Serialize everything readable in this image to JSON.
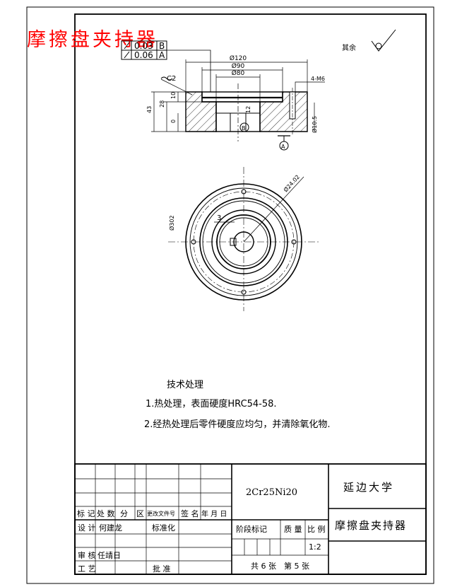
{
  "header_title": "摩擦盘夹持器",
  "tolerances": [
    {
      "value": "0.03",
      "datum": "B"
    },
    {
      "value": "0.06",
      "datum": "A"
    }
  ],
  "surface_finish": "其余",
  "dimensions": {
    "d120": "Ø120",
    "d90": "Ø90",
    "d80": "Ø80",
    "thread": "4-M6",
    "chamfer": "C2",
    "h43": "43",
    "h28": "28",
    "h10": "10",
    "h0": "0",
    "d10_5": "Ø10.5",
    "depth12": "12",
    "datum_a": "A",
    "datum_b": "B",
    "r_label": "3",
    "bolt_circle": "Ø24.02",
    "pin_hole": "Ø302"
  },
  "notes": {
    "heading": "技术处理",
    "line1": "1.热处理，表面硬度HRC54-58.",
    "line2": "2.经热处理后零件硬度应均匀，并清除氧化物."
  },
  "title_block": {
    "material": "2Cr25Ni20",
    "school": "延边大学",
    "part_name": "摩擦盘夹持器",
    "rev_headers": [
      "标 记",
      "处 数",
      "分",
      "区",
      "更改文件号",
      "签 名",
      "年 月 日"
    ],
    "design_label": "设 计",
    "designer": "何建龙",
    "std_label": "标准化",
    "review_label": "审 核",
    "reviewer": "任靖日",
    "process_label": "工 艺",
    "approve_label": "批 准",
    "stage_label": "阶段标记",
    "weight_label": "质 量",
    "scale_label": "比 例",
    "scale_value": "1:2",
    "sheets_total": "共 6 张",
    "sheet_no": "第 5 张"
  }
}
